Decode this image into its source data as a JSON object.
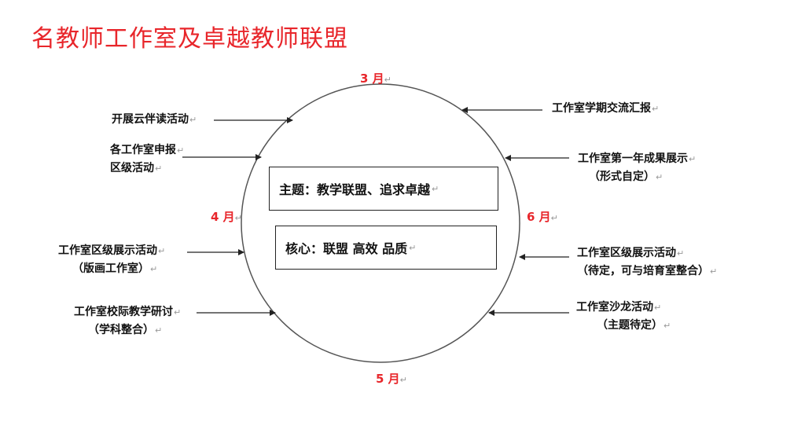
{
  "title": "名教师工作室及卓越教师联盟",
  "months": {
    "top": "3 月",
    "left": "4 月",
    "bottom": "5 月",
    "right": "6 月"
  },
  "center": {
    "theme": "主题：教学联盟、追求卓越",
    "core": "核心：联盟  高效  品质"
  },
  "left_activities": [
    {
      "line1": "开展云伴读活动",
      "line2": ""
    },
    {
      "line1": "各工作室申报",
      "line2": "区级活动"
    },
    {
      "line1": "工作室区级展示活动",
      "line2": "（版画工作室）"
    },
    {
      "line1": "工作室校际教学研讨",
      "line2": "（学科整合）"
    }
  ],
  "right_activities": [
    {
      "line1": "工作室学期交流汇报",
      "line2": ""
    },
    {
      "line1": "工作室第一年成果展示",
      "line2": "（形式自定）"
    },
    {
      "line1": "工作室区级展示活动",
      "line2": "（待定，可与培育室整合）"
    },
    {
      "line1": "工作室沙龙活动",
      "line2": "（主题待定）"
    }
  ],
  "colors": {
    "accent": "#e8262b",
    "text": "#111111",
    "line": "#444444"
  }
}
